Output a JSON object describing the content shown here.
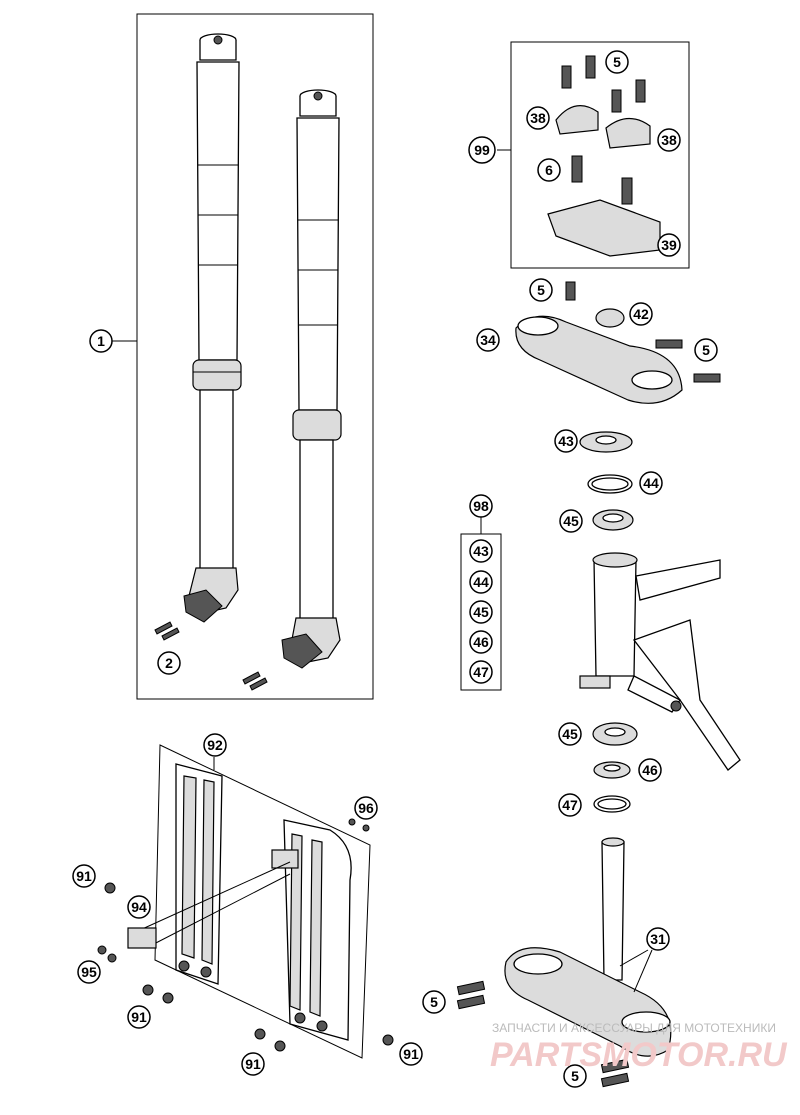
{
  "callouts": {
    "c1": "1",
    "c2": "2",
    "c99": "99",
    "c5a": "5",
    "c38a": "38",
    "c38b": "38",
    "c6": "6",
    "c39": "39",
    "c5b": "5",
    "c42": "42",
    "c34": "34",
    "c5c": "5",
    "c43": "43",
    "c44": "44",
    "c45a": "45",
    "c98": "98",
    "k43": "43",
    "k44": "44",
    "k45": "45",
    "k46": "46",
    "k47": "47",
    "c45b": "45",
    "c46": "46",
    "c47": "47",
    "c92": "92",
    "c96": "96",
    "c91a": "91",
    "c94": "94",
    "c95": "95",
    "c91b": "91",
    "c91c": "91",
    "c91d": "91",
    "c31": "31",
    "c5d": "5",
    "c5e": "5"
  },
  "watermark": {
    "line1": "ЗАПЧАСТИ И АКСЕССУАРЫ ДЛЯ МОТОТЕХНИКИ",
    "line2": "PARTSMOTOR.RU"
  }
}
